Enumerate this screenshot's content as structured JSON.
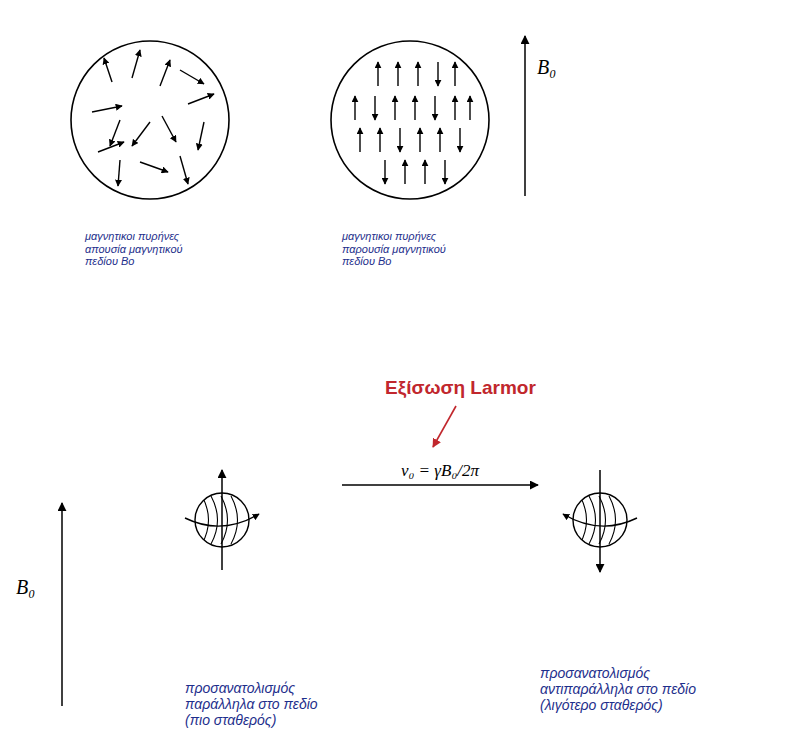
{
  "diagram": {
    "nodes": [
      {
        "text": [
          "μαγνητικοι πυρήνες απουσία μαγνητικού πεδίου Bo"
        ]
      },
      {
        "text": [
          "μαγνητικοι πυρήνες παρουσία μαγνητικού πεδίου Bo"
        ]
      },
      {
        "text": [
          "προσανατολισμός παράλληλα στο πεδίο (πιο σταθερός)"
        ]
      },
      {
        "text": [
          "προσανατολισμός αντιπαράλληλα στο πεδίο (λιγότερο σταθερός)"
        ]
      }
    ],
    "edges": [
      {
        "from": 2,
        "to": 3,
        "arrow": "to",
        "label": "ν₀ = γB₀/2π"
      }
    ],
    "labels": [
      "B₀",
      "Εξίσωση Larmor",
      "B₀"
    ]
  }
}
